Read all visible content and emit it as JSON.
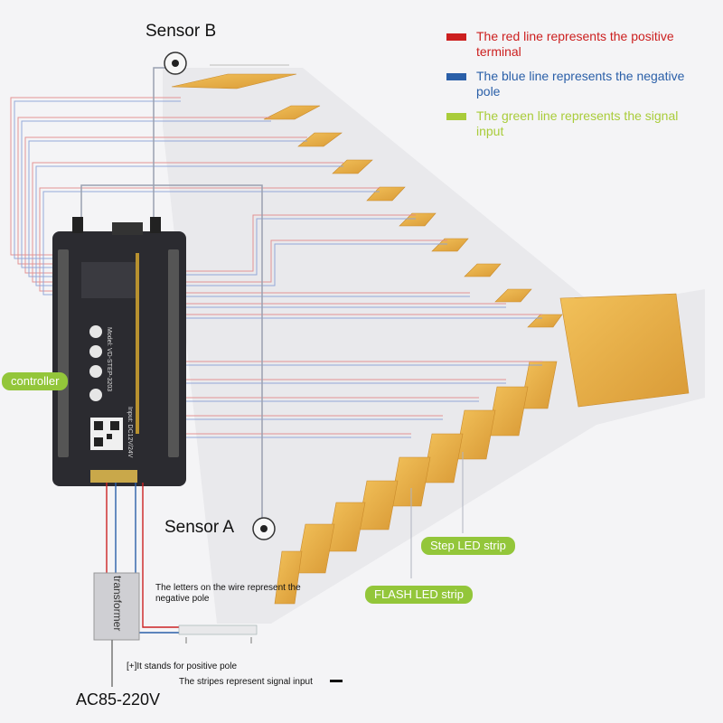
{
  "sensors": {
    "b_label": "Sensor B",
    "a_label": "Sensor A"
  },
  "legend": {
    "red": {
      "text": "The red line represents the positive terminal",
      "color": "#cc1f1f"
    },
    "blue": {
      "text": "The blue line represents the negative pole",
      "color": "#2a5fa8"
    },
    "green": {
      "text": "The green line represents the signal input",
      "color": "#a9cc3a"
    }
  },
  "controller": {
    "tag": "controller",
    "model": "Model: VD-STEP-3203",
    "input": "Input: DC12V/24V"
  },
  "labels": {
    "step_strip": "Step LED strip",
    "flash_strip": "FLASH LED strip",
    "transformer": "transformer",
    "mains": "AC85-220V",
    "negative_note": "The letters on the wire represent the negative pole",
    "positive_note": "[+]It stands for positive pole",
    "signal_note": "The stripes represent signal input"
  }
}
